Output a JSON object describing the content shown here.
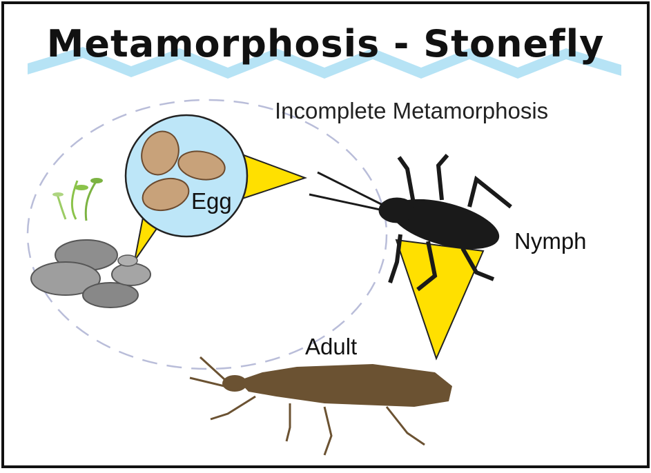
{
  "title": "Metamorphosis - Stonefly",
  "subtitle": "Incomplete Metamorphosis",
  "stages": {
    "egg": "Egg",
    "nymph": "Nymph",
    "adult": "Adult"
  },
  "colors": {
    "arrow": "#FFE000",
    "egg_circle": "#BDE6F8",
    "adult_body": "#6B5232",
    "nymph_body": "#1A1A1A",
    "water_wave": "#AEE0F4"
  }
}
